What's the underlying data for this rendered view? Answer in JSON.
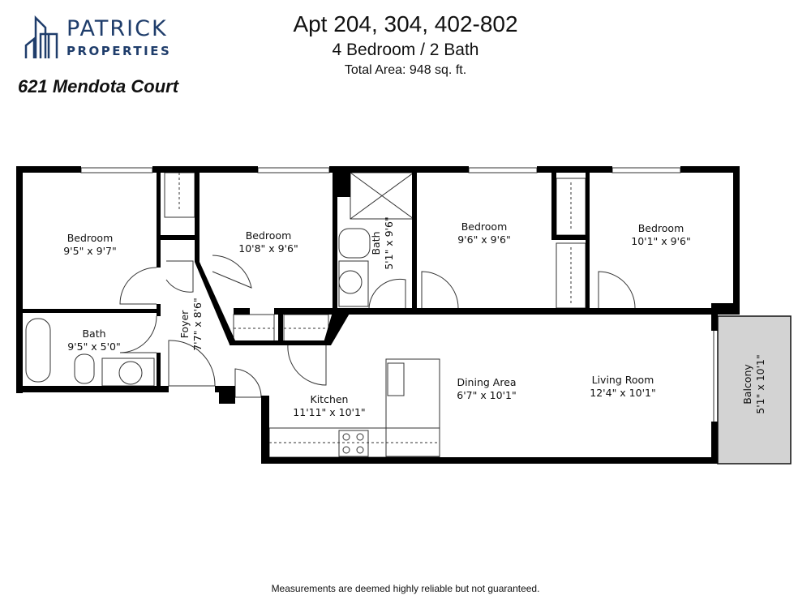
{
  "brand": {
    "line1": "PATRICK",
    "line2": "PROPERTIES"
  },
  "address": "621 Mendota Court",
  "header": {
    "units": "Apt 204, 304, 402-802",
    "layout": "4 Bedroom / 2 Bath",
    "area": "Total Area: 948 sq. ft."
  },
  "rooms": [
    {
      "name": "Bedroom",
      "size": "9'5\" x 9'7\""
    },
    {
      "name": "Bedroom",
      "size": "10'8\" x 9'6\""
    },
    {
      "name": "Bath",
      "size": "5'1\" x 9'6\""
    },
    {
      "name": "Bedroom",
      "size": "9'6\" x 9'6\""
    },
    {
      "name": "Bedroom",
      "size": "10'1\" x 9'6\""
    },
    {
      "name": "Bath",
      "size": "9'5\" x 5'0\""
    },
    {
      "name": "Foyer",
      "size": "7'7\" x 8'6\""
    },
    {
      "name": "Kitchen",
      "size": "11'11\" x 10'1\""
    },
    {
      "name": "Dining Area",
      "size": "6'7\" x 10'1\""
    },
    {
      "name": "Living Room",
      "size": "12'4\" x 10'1\""
    },
    {
      "name": "Balcony",
      "size": "5'1\" x 10'1\""
    }
  ],
  "footer": "Measurements are deemed highly reliable but not guaranteed.",
  "colors": {
    "brand": "#1f3d6b",
    "wall": "#000000",
    "balcony": "#d3d3d3"
  }
}
